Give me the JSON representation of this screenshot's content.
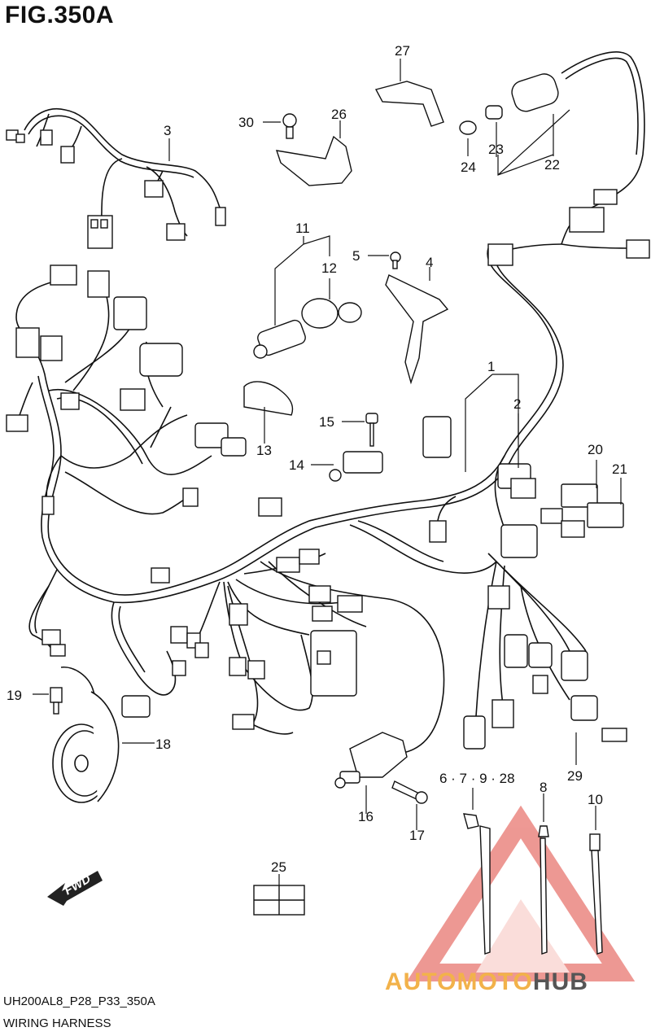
{
  "figure_title": "FIG.350A",
  "footer": {
    "code": "UH200AL8_P28_P33_350A",
    "name": "WIRING HARNESS"
  },
  "watermark": {
    "part1": "AUTOMOTO",
    "part2": "HUB",
    "colors": {
      "triangle": "#e0453c",
      "text_orange": "#f2b24a",
      "text_gray": "#555555"
    }
  },
  "fwd_label": "FWD",
  "callouts": {
    "c1": "1",
    "c2": "2",
    "c3": "3",
    "c4": "4",
    "c5": "5",
    "c6_7_9_28": "6 · 7 · 9 · 28",
    "c8": "8",
    "c10": "10",
    "c11": "11",
    "c12": "12",
    "c13": "13",
    "c14": "14",
    "c15": "15",
    "c16": "16",
    "c17": "17",
    "c18": "18",
    "c19": "19",
    "c20": "20",
    "c21": "21",
    "c22": "22",
    "c23": "23",
    "c24": "24",
    "c25": "25",
    "c26": "26",
    "c27": "27",
    "c29": "29",
    "c30": "30"
  }
}
